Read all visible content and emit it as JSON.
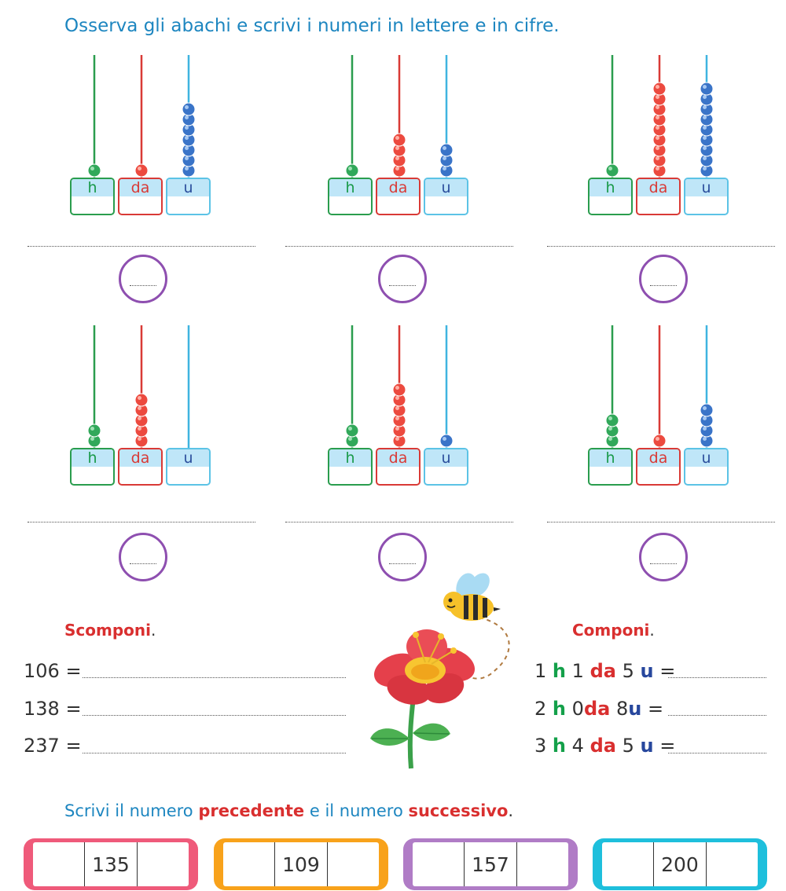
{
  "title": "Osserva gli abachi e scrivi i numeri in lettere e in cifre.",
  "colors": {
    "h": "#2a9d4e",
    "da": "#d93a36",
    "u": "#2f7ec4",
    "circle": "#8e4fb0",
    "blue_text": "#1d86c0"
  },
  "abaci": [
    {
      "labels": [
        "h",
        "da",
        "u"
      ],
      "h": 1,
      "da": 1,
      "u": 7
    },
    {
      "labels": [
        "h",
        "da",
        "u"
      ],
      "h": 1,
      "da": 4,
      "u": 3
    },
    {
      "labels": [
        "h",
        "da",
        "u"
      ],
      "h": 1,
      "da": 9,
      "u": 9
    },
    {
      "labels": [
        "h",
        "da",
        "u"
      ],
      "h": 2,
      "da": 5,
      "u": 0
    },
    {
      "labels": [
        "h",
        "da",
        "u"
      ],
      "h": 2,
      "da": 6,
      "u": 1
    },
    {
      "labels": [
        "h",
        "da",
        "u"
      ],
      "h": 3,
      "da": 1,
      "u": 4
    }
  ],
  "scomponi": {
    "title": "Scomponi",
    "punct": ".",
    "items": [
      "106 =",
      "138 =",
      "237 ="
    ]
  },
  "componi": {
    "title": "Componi",
    "punct": ".",
    "items": [
      {
        "h": "1",
        "da": "1",
        "u": "5",
        "eq": "="
      },
      {
        "h": "2",
        "da": "0",
        "u": "8",
        "eq": "="
      },
      {
        "h": "3",
        "da": "4",
        "u": "5",
        "eq": "="
      }
    ],
    "unit_h": "h",
    "unit_da": "da",
    "unit_u": "u"
  },
  "sequence": {
    "prefix": "Scrivi il numero ",
    "word1": "precedente",
    "middle": " e il numero ",
    "word2": "successivo",
    "suffix": ".",
    "strips": [
      {
        "value": "135",
        "color": "#ef5a7a"
      },
      {
        "value": "109",
        "color": "#f8a21b"
      },
      {
        "value": "157",
        "color": "#b07cc6"
      },
      {
        "value": "200",
        "color": "#1ebfdc"
      }
    ]
  }
}
